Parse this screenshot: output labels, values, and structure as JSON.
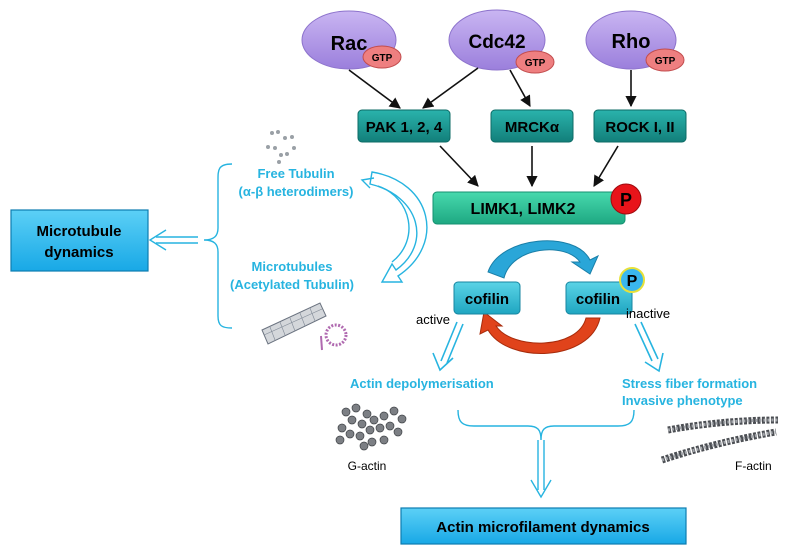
{
  "gtpases": {
    "rac": {
      "name": "Rac",
      "gtp": "GTP"
    },
    "cdc42": {
      "name": "Cdc42",
      "gtp": "GTP"
    },
    "rho": {
      "name": "Rho",
      "gtp": "GTP"
    }
  },
  "kinases": {
    "pak": "PAK 1, 2, 4",
    "mrck": "MRCKα",
    "rock": "ROCK I, II"
  },
  "limk": {
    "label": "LIMK1, LIMK2",
    "phospho": "P"
  },
  "cofilin": {
    "active_label": "cofilin",
    "active_state": "active",
    "inactive_label": "cofilin",
    "inactive_state": "inactive",
    "phospho": "P"
  },
  "tubulin": {
    "free_line1": "Free Tubulin",
    "free_line2": "(α-β heterodimers)",
    "micro_line1": "Microtubules",
    "micro_line2": "(Acetylated Tubulin)"
  },
  "outcomes": {
    "microtubule_line1": "Microtubule",
    "microtubule_line2": "dynamics",
    "depolymerisation": "Actin depolymerisation",
    "stress_line1": "Stress fiber formation",
    "stress_line2": "Invasive phenotype",
    "g_actin": "G-actin",
    "f_actin": "F-actin",
    "final": "Actin microfilament dynamics"
  },
  "colors": {
    "gtpase_fill": "#b39ae6",
    "gtp_fill": "#ee7f80",
    "kinase_fill": "#1d9d97",
    "limk_fill": "#2ac397",
    "cofilin_fill": "#35c0d6",
    "text_cyan": "#27b4e0",
    "outcome_box": "#1fb5ef",
    "phospho_red": "#e8141a"
  }
}
